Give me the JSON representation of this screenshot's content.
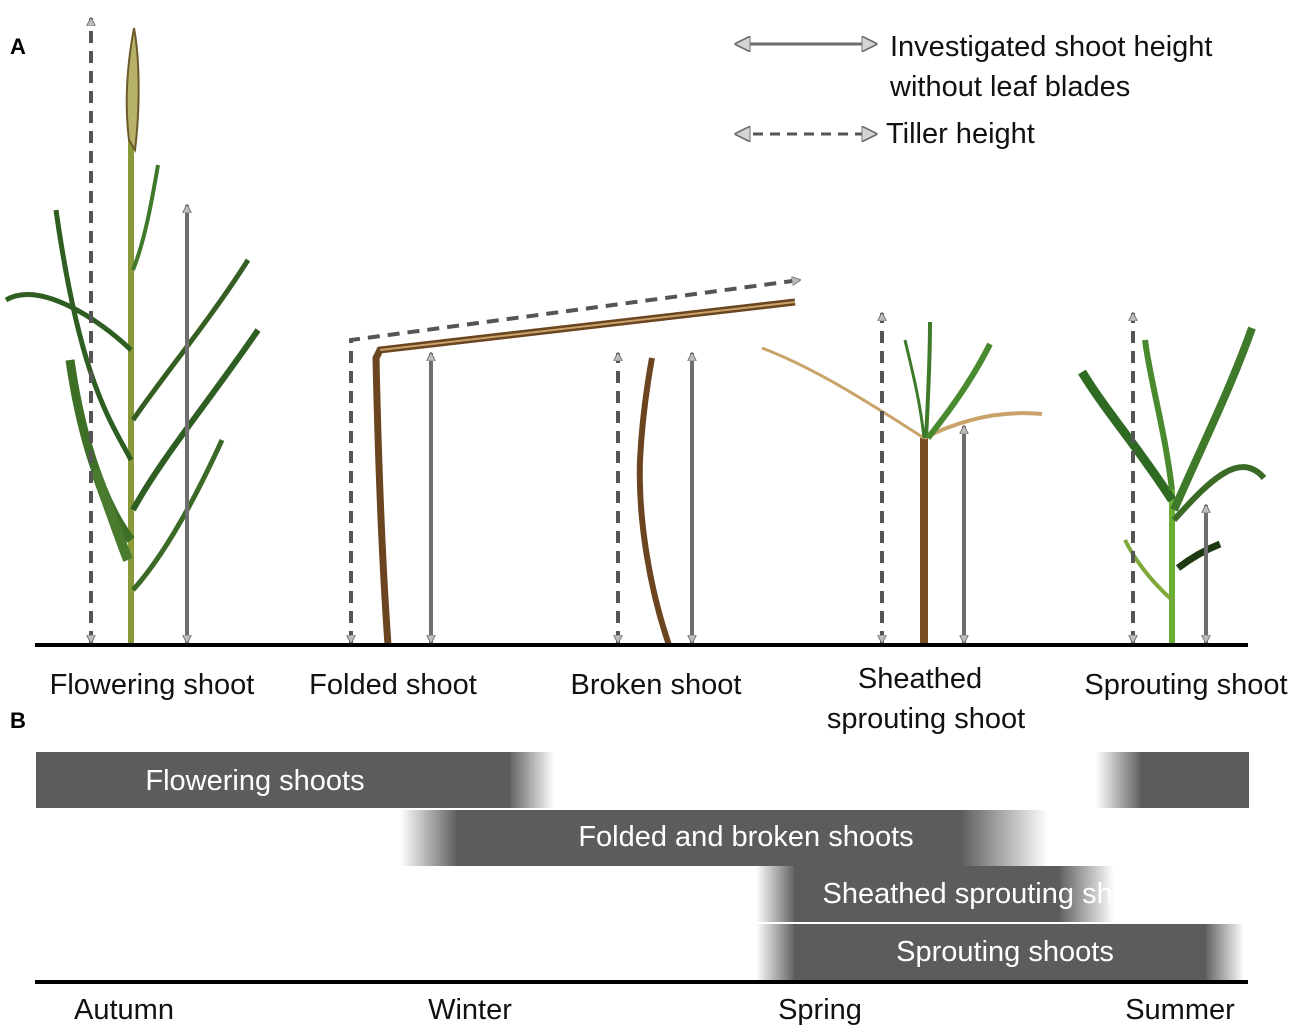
{
  "panels": {
    "a": "A",
    "b": "B"
  },
  "legend": {
    "solid_line1": "Investigated shoot height",
    "solid_line2": "without leaf blades",
    "dashed": "Tiller height"
  },
  "shoot_labels": {
    "flowering": "Flowering shoot",
    "folded": "Folded shoot",
    "broken": "Broken shoot",
    "sheathed_line1": "Sheathed",
    "sheathed_line2": "sprouting shoot",
    "sprouting": "Sprouting shoot"
  },
  "bars": {
    "flowering": "Flowering shoots",
    "folded_broken": "Folded and broken shoots",
    "sheathed": "Sheathed sprouting shoots",
    "sprouting": "Sprouting shoots"
  },
  "seasons": {
    "autumn": "Autumn",
    "winter": "Winter",
    "spring": "Spring",
    "summer": "Summer"
  },
  "colors": {
    "bar": "#5c5c5c",
    "arrow_solid": "#6e6e6e",
    "arrow_dashed": "#555555",
    "green_leaf": "#3f7a2a",
    "green_stem": "#7fa83a",
    "dry_stem": "#7a5220",
    "baseline": "#000000"
  }
}
